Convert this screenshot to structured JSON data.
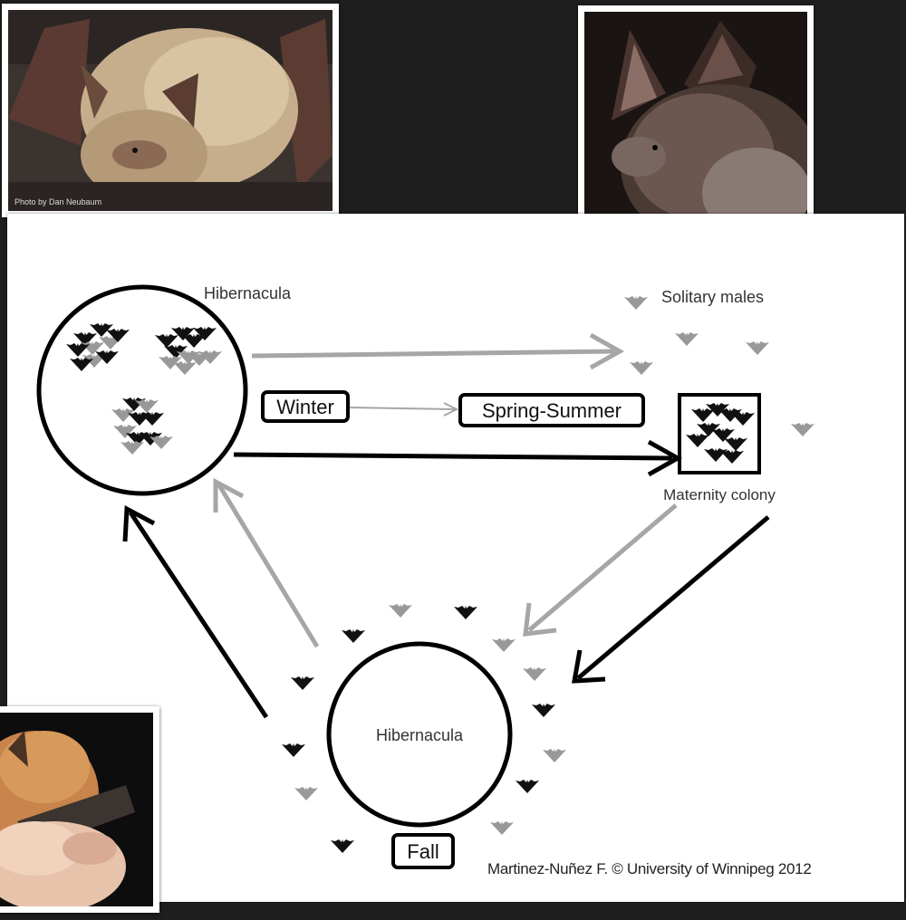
{
  "photos": {
    "top_left_credit": "Photo by Dan Neubaum"
  },
  "diagram": {
    "hibernacula_top_label": "Hibernacula",
    "hibernacula_bottom_label": "Hibernacula",
    "solitary_males_label": "Solitary males",
    "maternity_colony_label": "Maternity colony",
    "season_winter": "Winter",
    "season_spring_summer": "Spring-Summer",
    "season_fall": "Fall",
    "colors": {
      "black_bats": "#111111",
      "gray_bats": "#999999",
      "black_arrow": "#000000",
      "gray_arrow": "#a6a6a6"
    }
  },
  "credit": "Martinez-Nuñez F. © University of Winnipeg  2012"
}
